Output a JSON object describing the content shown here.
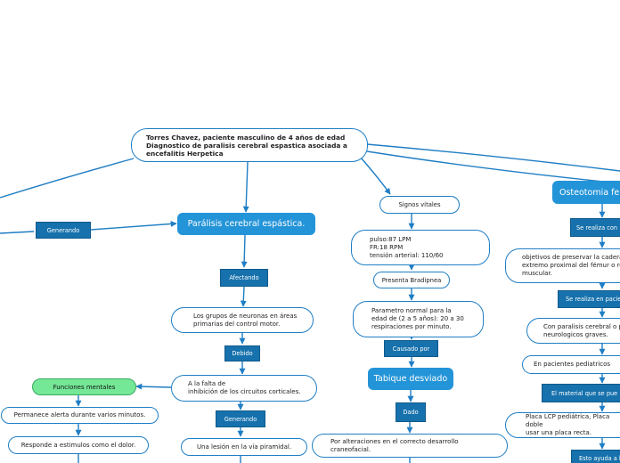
{
  "root": {
    "line1": "Torres Chavez, paciente masculino de 4 años de edad",
    "line2": "Diagnostico de paralisis cerebral espastica asociada a",
    "line3": "encefalitis Herpetica"
  },
  "nodes": {
    "generando_left": "Generando",
    "paralisis": "Parálisis cerebral espástica.",
    "afectando": "Afectando",
    "neuronas": "Los grupos de neuronas en áreas\nprimarias del control motor.",
    "debido": "Debido",
    "falta": "A la falta de\ninhibición de los circuitos corticales.",
    "generando_mid": "Generando",
    "lesion": "Una lesión en la vía piramidal.",
    "funciones": "Funciones mentales",
    "alerta": "Permanece alerta durante varios minutos.",
    "estimulos": "Responde a estimulos como el dolor.",
    "signos": "Signos vitales",
    "vitales": "pulso:87 LPM\nFR:18 RPM\ntensión arterial: 110/60",
    "bradipnea": "Presenta Bradipnea",
    "parametro": "Parametro normal para la\nedad de (2 a 5 años): 20 a 30\nrespiraciones por minuto.",
    "causado": "Causado por",
    "tabique": "Tabique desviado",
    "dado": "Dado",
    "alteraciones": "Por alteraciones en el correcto desarrollo\ncraneofacial.",
    "osteotomia": "Osteotomia fem",
    "se_realiza_con": "Se realiza con",
    "objetivos": "objetivos de preservar la cadera\nextremo proximal del fémur o re\nmuscular.",
    "se_realiza_pac": "Se realiza en pacie",
    "con_paralisis": "Con paralisis cerebral o p\nneurologicos graves.",
    "pediatricos": "En pacientes pediatricos",
    "material": "El material que se pue",
    "placa": "Placa LCP pediátrica, Placa doble\nusar una placa recta.",
    "esto_ayuda": "Esto ayuda a l"
  },
  "colors": {
    "link": "#1f7ec4",
    "rect": "#1671ac",
    "topic": "#2494d8",
    "green": "#74e896"
  }
}
